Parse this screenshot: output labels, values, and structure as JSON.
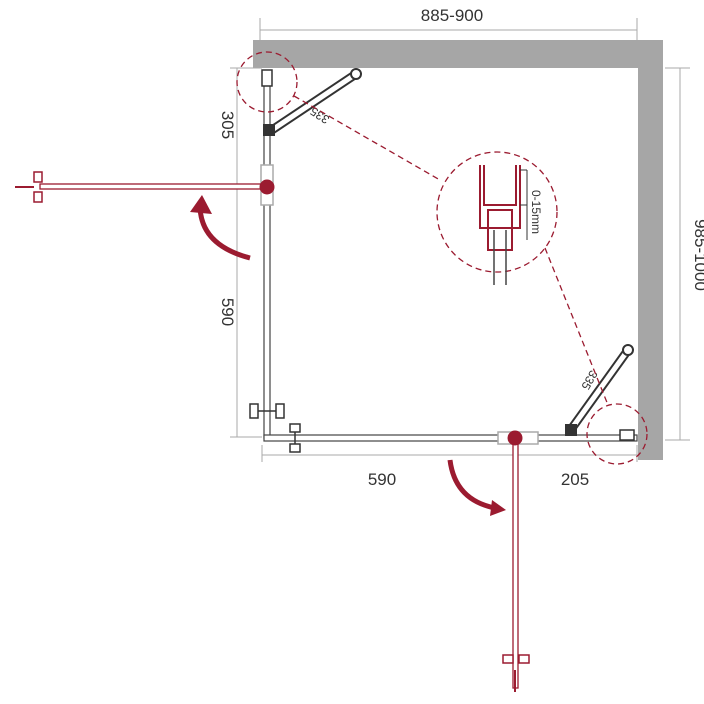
{
  "dimensions": {
    "width_total": "885-900",
    "depth_total": "985-1000",
    "left_fixed": "305",
    "left_door": "590",
    "bottom_door": "590",
    "bottom_fixed": "205",
    "strut_top": "335",
    "strut_right": "335",
    "detail_gap": "0-15mm"
  },
  "colors": {
    "wall": "#a6a6a6",
    "door": "#9b1b30",
    "glass": "#444444",
    "dim_line": "#999999"
  }
}
